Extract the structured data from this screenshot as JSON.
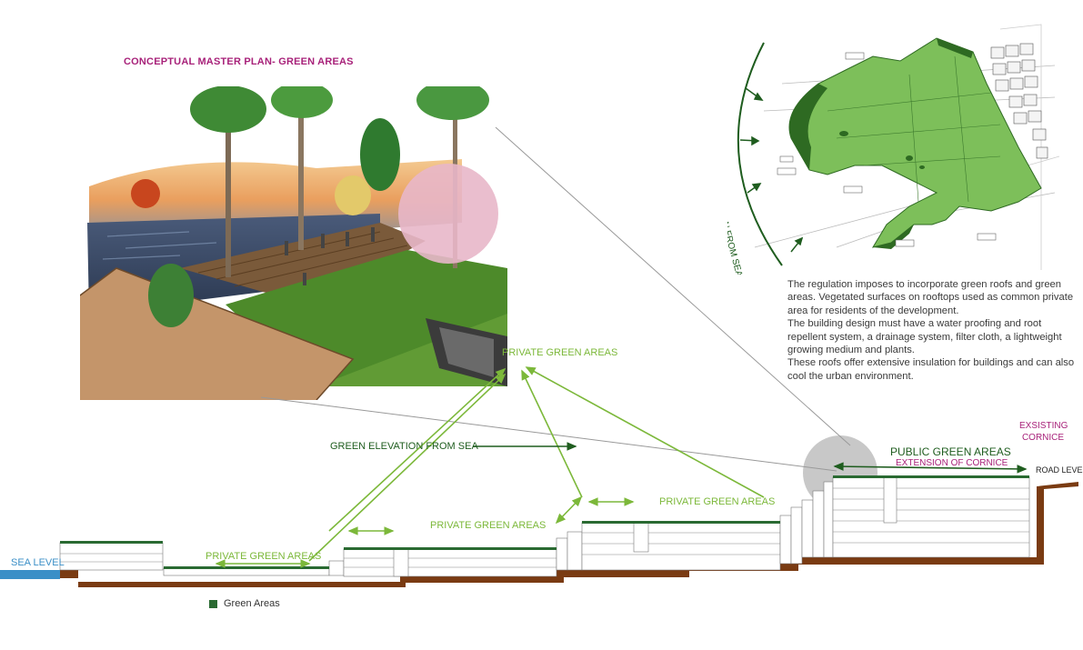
{
  "title": "CONCEPTUAL MASTER PLAN- GREEN AREAS",
  "description": [
    "The regulation imposes to incorporate green roofs and green areas. Vegetated surfaces on rooftops used as common private area for residents of the development.",
    "The building design must have a water proofing and root repellent system, a drainage system, filter cloth, a lightweight growing medium and plants.",
    "These roofs offer extensive insulation for buildings and can also cool the urban environment."
  ],
  "labels": {
    "private_top": "PRIVATE GREEN AREAS",
    "private_left": "PRIVATE GREEN AREAS",
    "private_mid": "PRIVATE GREEN AREAS",
    "private_right": "PRIVATE GREEN AREAS",
    "green_elevation": "GREEN ELEVATION FROM SEA",
    "public_green": "PUBLIC GREEN AREAS",
    "extension_cornice": "EXTENSION OF CORNICE",
    "existing_cornice": "EXSISTING CORNICE",
    "road_level": "ROAD LEVEL",
    "sea_level": "SEA LEVEL",
    "map_arc_label": "GREEN ELEVATION FROM SEA"
  },
  "legend": {
    "label": "Green Areas",
    "color": "#2a6a32"
  },
  "colors": {
    "light_green": "#7cb83a",
    "dark_green": "#1f5d1f",
    "magenta": "#a8227a",
    "sea_blue": "#3b8fc7",
    "earth_brown": "#7a3b12",
    "map_green": "#7dbf5a"
  }
}
